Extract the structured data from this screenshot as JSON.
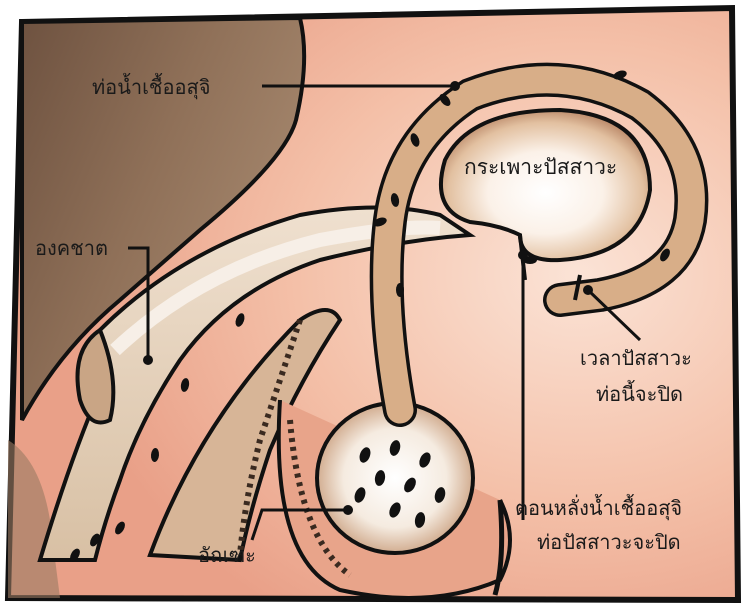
{
  "labels": {
    "vas_deferens": "ท่อน้ำเชื้ออสุจิ",
    "bladder": "กระเพาะปัสสาวะ",
    "penis": "องคชาต",
    "urination_line1": "เวลาปัสสาวะ",
    "urination_line2": "ท่อนี้จะปิด",
    "ejaculation_line1": "ตอนหลั่งน้ำเชื้ออสุจิ",
    "ejaculation_line2": "ท่อปัสสาวะจะปิด",
    "scrotum": "อัณฑะ"
  },
  "colors": {
    "skin_pink": "#f2b59e",
    "skin_brown": "#8a6a52",
    "tube_tan": "#d9b08c",
    "tube_inner": "#f5ede4",
    "outline": "#1a1a1a"
  }
}
